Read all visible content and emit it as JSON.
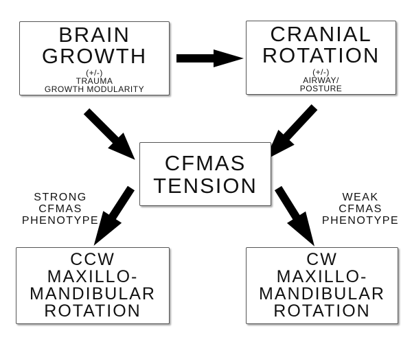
{
  "nodes": {
    "brain_growth": {
      "title": [
        "BRAIN",
        "GROWTH"
      ],
      "sub": [
        "(+/-)",
        "TRAUMA",
        "GROWTH MODULARITY"
      ]
    },
    "cranial_rotation": {
      "title": [
        "CRANIAL",
        "ROTATION"
      ],
      "sub": [
        "(+/-)",
        "AIRWAY/",
        "POSTURE"
      ]
    },
    "cfmas_tension": {
      "title": [
        "CFMAS",
        "TENSION"
      ]
    },
    "ccw_rotation": {
      "title": [
        "CCW",
        "MAXILLO-",
        "MANDIBULAR",
        "ROTATION"
      ]
    },
    "cw_rotation": {
      "title": [
        "CW",
        "MAXILLO-",
        "MANDIBULAR",
        "ROTATION"
      ]
    }
  },
  "labels": {
    "strong": [
      "STRONG",
      "CFMAS",
      "PHENOTYPE"
    ],
    "weak": [
      "WEAK",
      "CFMAS",
      "PHENOTYPE"
    ]
  },
  "edges": [
    {
      "from": "brain_growth",
      "to": "cranial_rotation"
    },
    {
      "from": "brain_growth",
      "to": "cfmas_tension"
    },
    {
      "from": "cranial_rotation",
      "to": "cfmas_tension"
    },
    {
      "from": "cfmas_tension",
      "to": "ccw_rotation",
      "label": "strong"
    },
    {
      "from": "cfmas_tension",
      "to": "cw_rotation",
      "label": "weak"
    }
  ]
}
